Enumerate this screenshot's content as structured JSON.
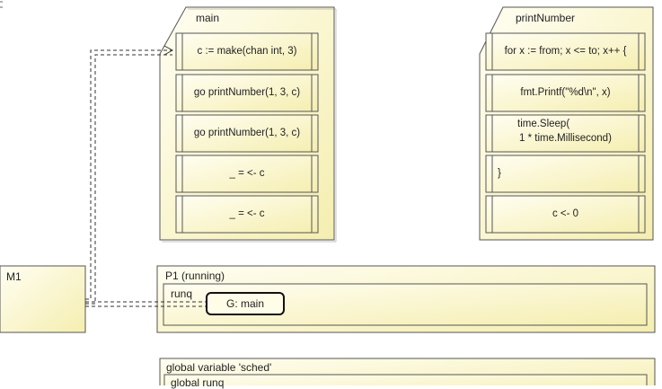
{
  "main_frame": {
    "title": "main",
    "statements": [
      "c := make(chan int, 3)",
      "go printNumber(1, 3, c)",
      "go printNumber(1, 3, c)",
      "_ = <- c",
      "_ = <- c"
    ]
  },
  "print_frame": {
    "title": "printNumber",
    "statements": [
      "for x := from; x <= to; x++ {",
      "fmt.Printf(\"%d\\n\", x)",
      "time.Sleep(",
      "1 * time.Millisecond)",
      "}",
      "c <- 0"
    ]
  },
  "machine": {
    "label": "M1"
  },
  "processor": {
    "label": "P1 (running)",
    "runq_label": "runq",
    "goroutine_label": "G: main"
  },
  "sched": {
    "label": "global variable 'sched'",
    "runq_label": "global runq"
  },
  "colors": {
    "fill_light": "#fffde8",
    "fill_gradient_end": "#f6efb4",
    "stroke": "#555555"
  }
}
